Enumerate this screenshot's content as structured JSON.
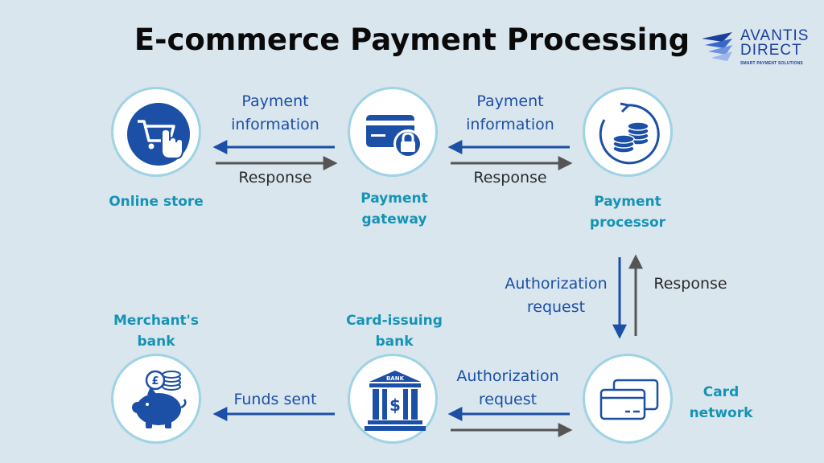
{
  "title": "E-commerce Payment Processing",
  "logo": {
    "name": "AVANTIS DIRECT",
    "tagline": "SMART PAYMENT SOLUTIONS"
  },
  "nodes": {
    "online_store": "Online store",
    "payment_gateway": "Payment gateway",
    "payment_processor": "Payment processor",
    "card_network": "Card network",
    "card_issuing_bank": "Card-issuing bank",
    "merchants_bank": "Merchant's bank"
  },
  "edges": {
    "gateway_to_store": "Payment information",
    "store_to_gateway": "Response",
    "processor_to_gateway": "Payment information",
    "gateway_to_processor": "Response",
    "processor_to_network": "Authorization request",
    "network_to_processor": "Response",
    "network_to_issuer": "Authorization request",
    "issuer_to_merchant": "Funds sent"
  },
  "colors": {
    "background": "#d9e6ee",
    "node_label": "#1593b5",
    "blue_arrow": "#1c4fa6",
    "gray_arrow": "#555555",
    "icon": "#1c4fa6"
  },
  "icons": [
    "shopping-cart-icon",
    "credit-card-lock-icon",
    "coins-cycle-icon",
    "cards-icon",
    "bank-icon",
    "piggy-bank-icon"
  ]
}
